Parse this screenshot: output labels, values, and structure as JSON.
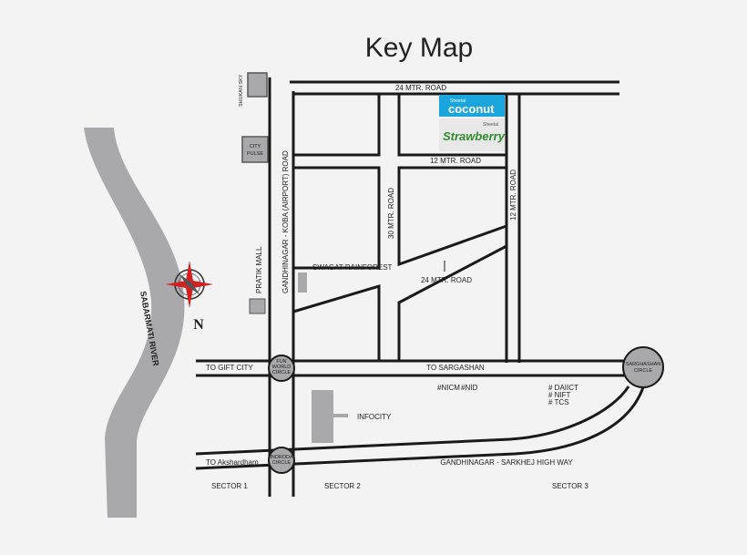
{
  "map": {
    "title": "Key Map",
    "landmarks": {
      "shukan_sky": "SHUKAN SKY",
      "city_pulse_line1": "CITY",
      "city_pulse_line2": "PULSE",
      "pratik_mall": "PRATIK MALL",
      "swagat_rainforest": "SWAGAT RAINFOREST",
      "infocity": "INFOCITY",
      "nicm": "#NICM",
      "nid": "#NID",
      "daiict": "# DAIICT",
      "nift": "# NIFT",
      "tcs": "# TCS"
    },
    "roads": {
      "road_24_top": "24 MTR. ROAD",
      "road_12_mid": "12 MTR. ROAD",
      "road_12_vertical": "12 MTR. ROAD",
      "road_30": "30 MTR. ROAD",
      "road_24_diag": "24 MTR. ROAD",
      "koba_road": "GANDHINAGAR - KOBA (AIRPORT) ROAD",
      "to_gift_city": "TO GIFT CITY",
      "to_sargashan": "TO SARGASHAN",
      "to_akshardham": "TO Akshardham",
      "highway": "GANDHINAGAR - SARKHEJ HIGH WAY"
    },
    "circles": {
      "fun_world_1": "FUN",
      "fun_world_2": "WORLD",
      "fun_world_3": "CIRCLE",
      "indroda_1": "INDRODA",
      "indroda_2": "CIRCLE",
      "sargashan_1": "SARGHASHAN",
      "sargashan_2": "CIRCLE"
    },
    "sectors": {
      "sector1": "SECTOR 1",
      "sector2": "SECTOR 2",
      "sector3": "SECTOR 3"
    },
    "river": "SABARMATI RIVER",
    "compass_north": "N",
    "projects": {
      "coconut_brand": "coconut",
      "coconut_tag": "Sheetal",
      "strawberry_brand": "Strawberry",
      "strawberry_tag": "Sheetal"
    },
    "colors": {
      "background": "#f3f3f3",
      "river": "#a9a9ab",
      "landmark_fill": "#a9a9ab",
      "road": "#1a1a1a",
      "coconut_bg": "#1aa5dc",
      "strawberry_bg": "#e8e8e8",
      "strawberry_text": "#2e8b2e",
      "compass_red": "#d42020"
    }
  }
}
